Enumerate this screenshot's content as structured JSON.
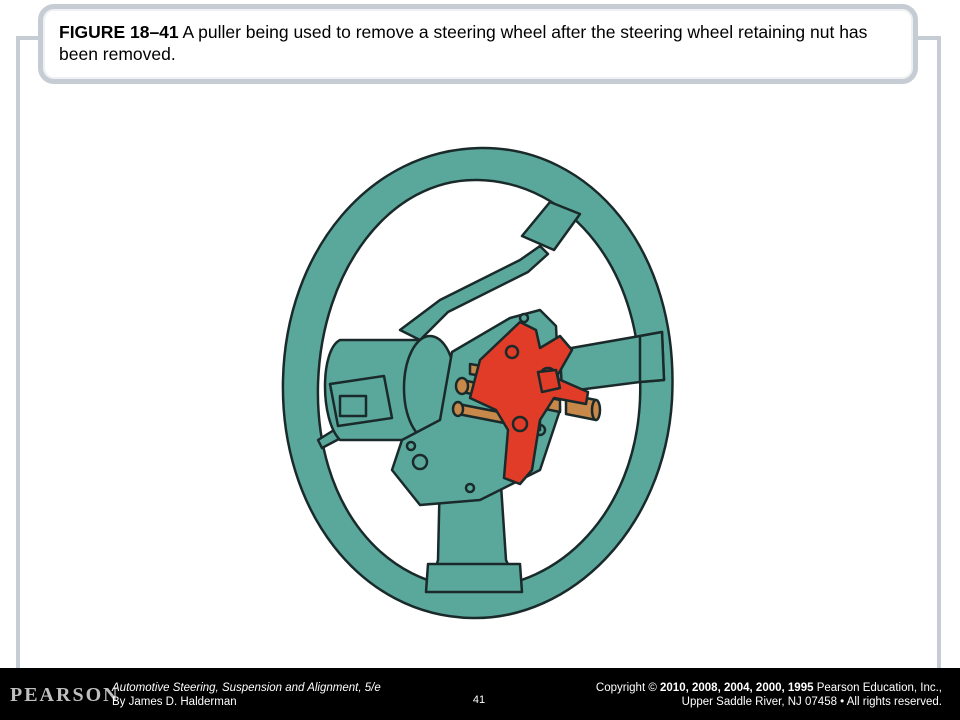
{
  "caption": {
    "label": "FIGURE 18–41",
    "text": " A puller being used to remove a steering wheel after the steering wheel retaining nut has been removed."
  },
  "footer": {
    "logo": "PEARSON",
    "book_title": "Automotive Steering, Suspension and Alignment, 5/e",
    "author": "By James D. Halderman",
    "page_number": "41",
    "copyright_prefix": "Copyright © ",
    "copyright_years": "2010, 2008, 2004, 2000, 1995",
    "copyright_holder": " Pearson Education, Inc.,",
    "copyright_line2": "Upper Saddle River, NJ 07458 • All rights reserved."
  },
  "colors": {
    "wheel": "#5aa89c",
    "outline": "#1a2a2a",
    "puller": "#e03c28",
    "bolt": "#c8884a",
    "frame": "#c6ccd3"
  },
  "icons": [
    "steering-wheel-illustration",
    "gear-puller-illustration"
  ]
}
